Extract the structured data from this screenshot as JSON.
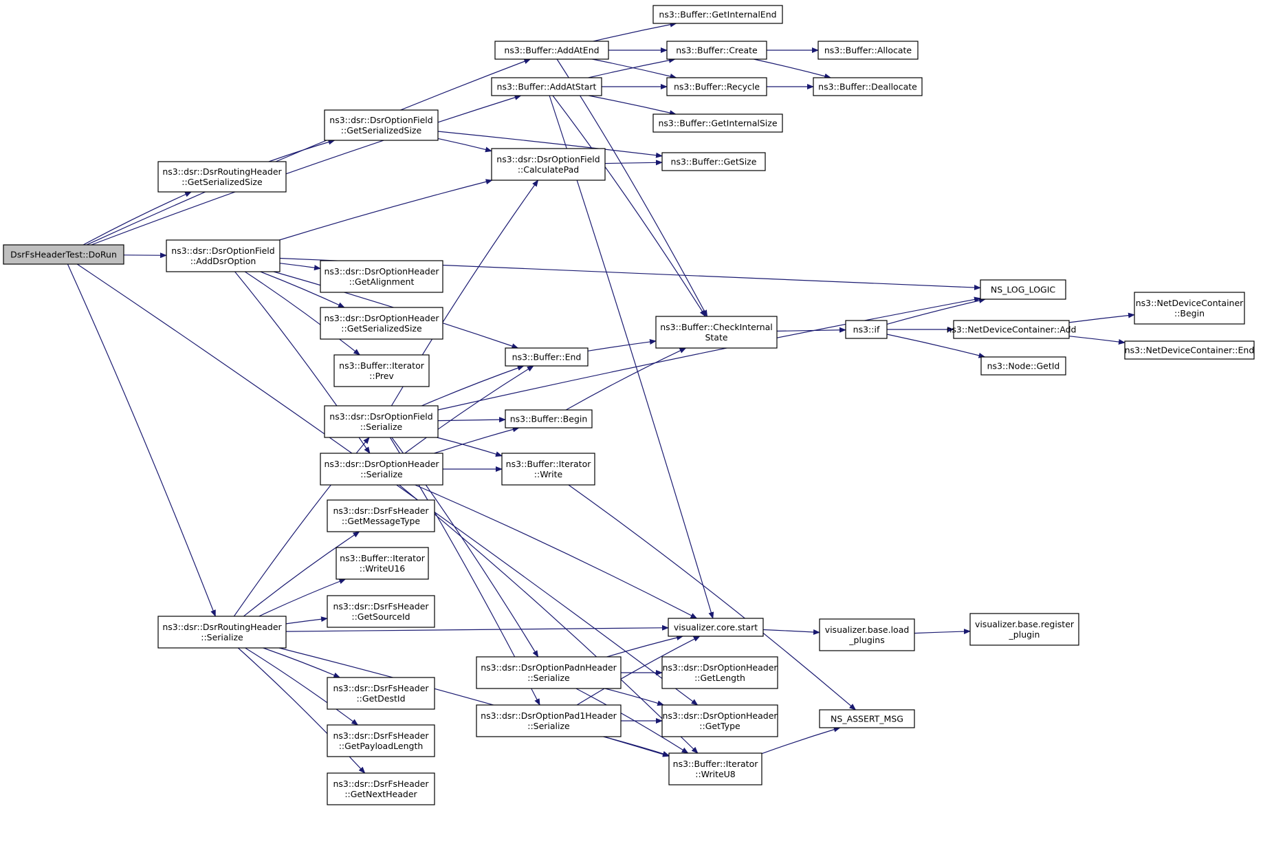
{
  "graph": {
    "root": "DoRun",
    "nodes": [
      {
        "id": "DoRun",
        "label": [
          "DsrFsHeaderTest::DoRun"
        ],
        "root": true
      },
      {
        "id": "AddAtEnd",
        "label": [
          "ns3::Buffer::AddAtEnd"
        ]
      },
      {
        "id": "AddAtStart",
        "label": [
          "ns3::Buffer::AddAtStart"
        ]
      },
      {
        "id": "GetInternalEnd",
        "label": [
          "ns3::Buffer::GetInternalEnd"
        ]
      },
      {
        "id": "Create",
        "label": [
          "ns3::Buffer::Create"
        ]
      },
      {
        "id": "Allocate",
        "label": [
          "ns3::Buffer::Allocate"
        ]
      },
      {
        "id": "Recycle",
        "label": [
          "ns3::Buffer::Recycle"
        ]
      },
      {
        "id": "Deallocate",
        "label": [
          "ns3::Buffer::Deallocate"
        ]
      },
      {
        "id": "GetInternalSize",
        "label": [
          "ns3::Buffer::GetInternalSize"
        ]
      },
      {
        "id": "OF_GetSerializedSize",
        "label": [
          "ns3::dsr::DsrOptionField",
          "::GetSerializedSize"
        ]
      },
      {
        "id": "RH_GetSerializedSize",
        "label": [
          "ns3::dsr::DsrRoutingHeader",
          "::GetSerializedSize"
        ]
      },
      {
        "id": "CalculatePad",
        "label": [
          "ns3::dsr::DsrOptionField",
          "::CalculatePad"
        ]
      },
      {
        "id": "GetSize",
        "label": [
          "ns3::Buffer::GetSize"
        ]
      },
      {
        "id": "AddDsrOption",
        "label": [
          "ns3::dsr::DsrOptionField",
          "::AddDsrOption"
        ]
      },
      {
        "id": "GetAlignment",
        "label": [
          "ns3::dsr::DsrOptionHeader",
          "::GetAlignment"
        ]
      },
      {
        "id": "OH_GetSerializedSize",
        "label": [
          "ns3::dsr::DsrOptionHeader",
          "::GetSerializedSize"
        ]
      },
      {
        "id": "Prev",
        "label": [
          "ns3::Buffer::Iterator",
          "::Prev"
        ]
      },
      {
        "id": "NS_LOG_LOGIC",
        "label": [
          "NS_LOG_LOGIC"
        ]
      },
      {
        "id": "CheckInternalState",
        "label": [
          "ns3::Buffer::CheckInternal",
          "State"
        ]
      },
      {
        "id": "End",
        "label": [
          "ns3::Buffer::End"
        ]
      },
      {
        "id": "if",
        "label": [
          "ns3::if"
        ]
      },
      {
        "id": "NDC_Add",
        "label": [
          "ns3::NetDeviceContainer::Add"
        ]
      },
      {
        "id": "NDC_Begin",
        "label": [
          "ns3::NetDeviceContainer",
          "::Begin"
        ]
      },
      {
        "id": "NDC_End",
        "label": [
          "ns3::NetDeviceContainer::End"
        ]
      },
      {
        "id": "Node_GetId",
        "label": [
          "ns3::Node::GetId"
        ]
      },
      {
        "id": "OF_Serialize",
        "label": [
          "ns3::dsr::DsrOptionField",
          "::Serialize"
        ]
      },
      {
        "id": "Begin",
        "label": [
          "ns3::Buffer::Begin"
        ]
      },
      {
        "id": "OH_Serialize",
        "label": [
          "ns3::dsr::DsrOptionHeader",
          "::Serialize"
        ]
      },
      {
        "id": "Write",
        "label": [
          "ns3::Buffer::Iterator",
          "::Write"
        ]
      },
      {
        "id": "GetMessageType",
        "label": [
          "ns3::dsr::DsrFsHeader",
          "::GetMessageType"
        ]
      },
      {
        "id": "WriteU16",
        "label": [
          "ns3::Buffer::Iterator",
          "::WriteU16"
        ]
      },
      {
        "id": "GetSourceId",
        "label": [
          "ns3::dsr::DsrFsHeader",
          "::GetSourceId"
        ]
      },
      {
        "id": "RH_Serialize",
        "label": [
          "ns3::dsr::DsrRoutingHeader",
          "::Serialize"
        ]
      },
      {
        "id": "core_start",
        "label": [
          "visualizer.core.start"
        ]
      },
      {
        "id": "load_plugins",
        "label": [
          "visualizer.base.load",
          "_plugins"
        ]
      },
      {
        "id": "register_plugin",
        "label": [
          "visualizer.base.register",
          "_plugin"
        ]
      },
      {
        "id": "PadN_Serialize",
        "label": [
          "ns3::dsr::DsrOptionPadnHeader",
          "::Serialize"
        ]
      },
      {
        "id": "GetLength",
        "label": [
          "ns3::dsr::DsrOptionHeader",
          "::GetLength"
        ]
      },
      {
        "id": "GetDestId",
        "label": [
          "ns3::dsr::DsrFsHeader",
          "::GetDestId"
        ]
      },
      {
        "id": "Pad1_Serialize",
        "label": [
          "ns3::dsr::DsrOptionPad1Header",
          "::Serialize"
        ]
      },
      {
        "id": "GetType",
        "label": [
          "ns3::dsr::DsrOptionHeader",
          "::GetType"
        ]
      },
      {
        "id": "NS_ASSERT_MSG",
        "label": [
          "NS_ASSERT_MSG"
        ]
      },
      {
        "id": "GetPayloadLength",
        "label": [
          "ns3::dsr::DsrFsHeader",
          "::GetPayloadLength"
        ]
      },
      {
        "id": "WriteU8",
        "label": [
          "ns3::Buffer::Iterator",
          "::WriteU8"
        ]
      },
      {
        "id": "GetNextHeader",
        "label": [
          "ns3::dsr::DsrFsHeader",
          "::GetNextHeader"
        ]
      }
    ],
    "edges": [
      [
        "DoRun",
        "AddAtEnd"
      ],
      [
        "DoRun",
        "AddAtStart"
      ],
      [
        "DoRun",
        "RH_GetSerializedSize"
      ],
      [
        "DoRun",
        "AddDsrOption"
      ],
      [
        "DoRun",
        "RH_Serialize"
      ],
      [
        "DoRun",
        "GetType"
      ],
      [
        "AddAtEnd",
        "GetInternalEnd"
      ],
      [
        "AddAtEnd",
        "Create"
      ],
      [
        "AddAtEnd",
        "Recycle"
      ],
      [
        "AddAtEnd",
        "CheckInternalState"
      ],
      [
        "AddAtStart",
        "Create"
      ],
      [
        "AddAtStart",
        "Recycle"
      ],
      [
        "AddAtStart",
        "GetInternalSize"
      ],
      [
        "AddAtStart",
        "CheckInternalState"
      ],
      [
        "AddAtStart",
        "core_start"
      ],
      [
        "Create",
        "Allocate"
      ],
      [
        "Create",
        "Deallocate"
      ],
      [
        "Recycle",
        "Deallocate"
      ],
      [
        "RH_GetSerializedSize",
        "OF_GetSerializedSize"
      ],
      [
        "OF_GetSerializedSize",
        "CalculatePad"
      ],
      [
        "OF_GetSerializedSize",
        "GetSize"
      ],
      [
        "CalculatePad",
        "GetSize"
      ],
      [
        "AddDsrOption",
        "CalculatePad"
      ],
      [
        "AddDsrOption",
        "NS_LOG_LOGIC"
      ],
      [
        "AddDsrOption",
        "GetAlignment"
      ],
      [
        "AddDsrOption",
        "OH_GetSerializedSize"
      ],
      [
        "AddDsrOption",
        "Prev"
      ],
      [
        "AddDsrOption",
        "End"
      ],
      [
        "AddDsrOption",
        "OH_Serialize"
      ],
      [
        "End",
        "CheckInternalState"
      ],
      [
        "Begin",
        "CheckInternalState"
      ],
      [
        "CheckInternalState",
        "if"
      ],
      [
        "if",
        "NS_LOG_LOGIC"
      ],
      [
        "if",
        "NDC_Add"
      ],
      [
        "if",
        "Node_GetId"
      ],
      [
        "NDC_Add",
        "NDC_Begin"
      ],
      [
        "NDC_Add",
        "NDC_End"
      ],
      [
        "OF_Serialize",
        "CalculatePad"
      ],
      [
        "OF_Serialize",
        "NS_LOG_LOGIC"
      ],
      [
        "OF_Serialize",
        "End"
      ],
      [
        "OF_Serialize",
        "Begin"
      ],
      [
        "OF_Serialize",
        "Write"
      ],
      [
        "OF_Serialize",
        "PadN_Serialize"
      ],
      [
        "OF_Serialize",
        "Pad1_Serialize"
      ],
      [
        "OH_Serialize",
        "End"
      ],
      [
        "OH_Serialize",
        "Begin"
      ],
      [
        "OH_Serialize",
        "Write"
      ],
      [
        "OH_Serialize",
        "core_start"
      ],
      [
        "OH_Serialize",
        "WriteU8"
      ],
      [
        "Write",
        "NS_ASSERT_MSG"
      ],
      [
        "RH_Serialize",
        "OF_Serialize"
      ],
      [
        "RH_Serialize",
        "GetMessageType"
      ],
      [
        "RH_Serialize",
        "WriteU16"
      ],
      [
        "RH_Serialize",
        "GetSourceId"
      ],
      [
        "RH_Serialize",
        "core_start"
      ],
      [
        "RH_Serialize",
        "GetDestId"
      ],
      [
        "RH_Serialize",
        "GetPayloadLength"
      ],
      [
        "RH_Serialize",
        "GetNextHeader"
      ],
      [
        "RH_Serialize",
        "WriteU8"
      ],
      [
        "core_start",
        "load_plugins"
      ],
      [
        "load_plugins",
        "register_plugin"
      ],
      [
        "PadN_Serialize",
        "core_start"
      ],
      [
        "PadN_Serialize",
        "GetLength"
      ],
      [
        "PadN_Serialize",
        "GetType"
      ],
      [
        "PadN_Serialize",
        "WriteU8"
      ],
      [
        "Pad1_Serialize",
        "core_start"
      ],
      [
        "Pad1_Serialize",
        "GetType"
      ],
      [
        "Pad1_Serialize",
        "WriteU8"
      ],
      [
        "WriteU8",
        "NS_ASSERT_MSG"
      ]
    ]
  },
  "colors": {
    "edge": "#191970",
    "root_fill": "#bfbfbf",
    "node_fill": "#ffffff",
    "node_stroke": "#000000"
  }
}
